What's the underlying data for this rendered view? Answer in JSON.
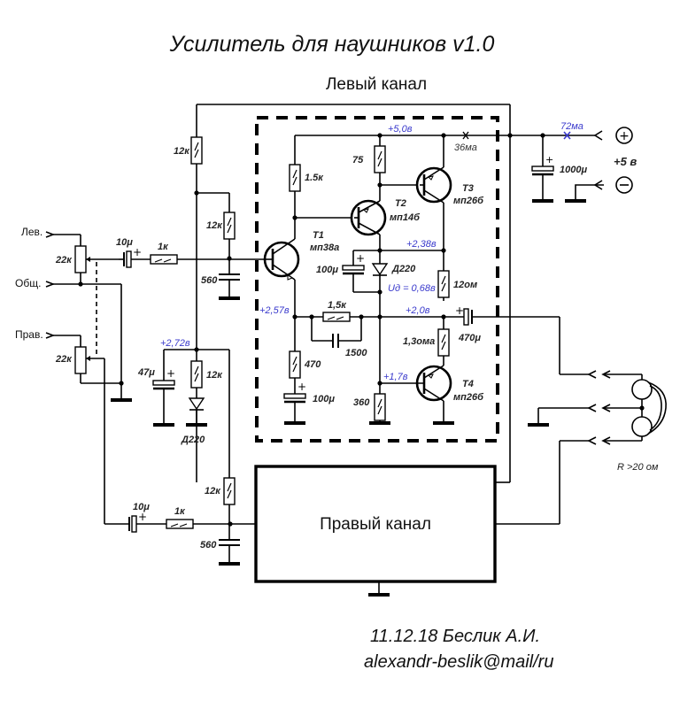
{
  "title": "Усилитель для наушников  v1.0",
  "left_channel_label": "Левый канал",
  "right_channel_label": "Правый канал",
  "inputs": {
    "left": "Лев.",
    "common": "Общ.",
    "right": "Прав."
  },
  "power": {
    "supply": "+5 в",
    "plus_icon": "plus-circle-icon",
    "minus_icon": "minus-circle-icon",
    "current_total": "72ма",
    "current_channel": "36ма"
  },
  "components": {
    "pot_left": "22к",
    "pot_right": "22к",
    "c_in_left": "10μ",
    "r_in_left": "1к",
    "c_in_right": "10μ",
    "r_in_right": "1к",
    "r_bias_top": "12к",
    "r_bias_left": "12к",
    "c_filter_left": "560",
    "r_bias_right": "12к",
    "c_filter_right": "560",
    "c_ref": "47μ",
    "r_ref": "12к",
    "d_ref": "Д220",
    "r_1_5k": "1.5к",
    "r_75": "75",
    "t1_name": "T1",
    "t1_type": "мп38а",
    "t2_name": "T2",
    "t2_type": "мп14б",
    "t3_name": "T3",
    "t3_type": "мп26б",
    "t4_name": "T4",
    "t4_type": "мп26б",
    "c_100_a": "100μ",
    "d_bias": "Д220",
    "r_12om": "12ом",
    "r_fb": "1,5к",
    "c_fb": "1500",
    "r_470": "470",
    "c_100_b": "100μ",
    "r_1_3": "1,3ома",
    "c_out": "470μ",
    "r_360": "360",
    "c_supply": "1000μ"
  },
  "voltages": {
    "v_5_0": "+5,0в",
    "v_2_38": "+2,38в",
    "ud": "Uд = 0,68в",
    "v_2_57": "+2,57в",
    "v_2_0": "+2,0в",
    "v_1_7": "+1,7в",
    "v_2_72": "+2,72в"
  },
  "headphones": {
    "impedance": "R >20 ом"
  },
  "footer": {
    "date_author": "11.12.18   Беслик А.И.",
    "email": "alexandr-beslik@mail/ru"
  }
}
